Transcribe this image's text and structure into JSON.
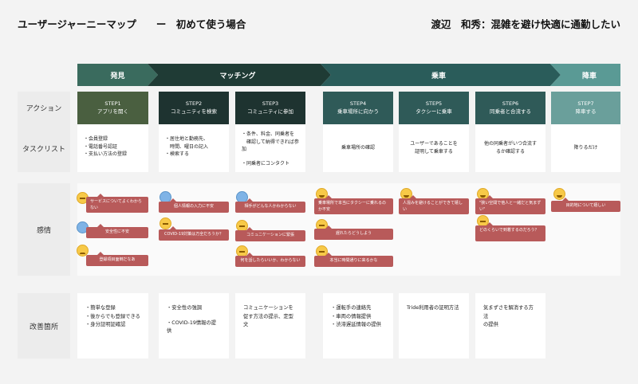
{
  "header": {
    "title_left": "ユーザージャーニーマップ　　ー　初めて使う場合",
    "title_right": "渡辺　和秀：混雑を避け快適に通勤したい"
  },
  "phases": [
    "発見",
    "マッチング",
    "乗車",
    "降車"
  ],
  "row_labels": {
    "action": "アクション",
    "tasks": "タスクリスト",
    "emotion": "感情",
    "improvement": "改善箇所"
  },
  "colors": {
    "phase_discover": "#3a6b5e",
    "phase_match": "#1f3b35",
    "phase_ride": "#2a5c5a",
    "phase_exit": "#5a9a95",
    "bubble": "#b85a5a"
  },
  "steps": [
    {
      "num": "STEP1",
      "label": "アプリを開く",
      "color": "#4a5f40"
    },
    {
      "num": "STEP2",
      "label": "コミュニティを検索",
      "color": "#1e3330"
    },
    {
      "num": "STEP3",
      "label": "コミュニティに参加",
      "color": "#1e3330"
    },
    {
      "num": "STEP4",
      "label": "乗車場所に向かう",
      "color": "#2f5a58"
    },
    {
      "num": "STEP5",
      "label": "タクシーに乗車",
      "color": "#2f5a58"
    },
    {
      "num": "STEP6",
      "label": "同乗者と合流する",
      "color": "#2f5a58"
    },
    {
      "num": "STEP7",
      "label": "降車する",
      "color": "#6a9f9b"
    }
  ],
  "tasks": [
    {
      "lines": [
        "・会員登録",
        "・電話番号認証",
        "・支払い方法の登録"
      ]
    },
    {
      "lines": [
        "・居住地と勤務先、",
        "　時間、曜日の記入",
        "・検索する"
      ]
    },
    {
      "lines": [
        "・条件、料金、同乗者を",
        "　確認して納得できれば参加",
        "",
        "・同乗者にコンタクト"
      ]
    },
    {
      "lines": [
        "乗車場所の確認"
      ]
    },
    {
      "lines": [
        "ユーザーであることを",
        "証明して乗車する"
      ]
    },
    {
      "lines": [
        "他の同乗者がいつ合流す",
        "るか確認する"
      ]
    },
    {
      "lines": [
        "降りるだけ"
      ]
    }
  ],
  "emotions": [
    {
      "emoji": "think-face-icon",
      "text": "サービスについてよくわからない"
    },
    {
      "emoji": "worried-face-icon",
      "text": "安全性に不安"
    },
    {
      "emoji": "sad-face-icon",
      "text": "登録項目面倒だなあ"
    },
    {
      "emoji": "worried-face-icon",
      "text": "個人情報の入力に不安"
    },
    {
      "emoji": "think-face-icon",
      "text": "COVID-19対策は万全だろうか？"
    },
    {
      "emoji": "worried-face-icon",
      "text": "相手がどんな人かわからない"
    },
    {
      "emoji": "think-face-icon",
      "text": "コミュニケーションに緊張"
    },
    {
      "emoji": "think-face-icon",
      "text": "何を話したらいいか、わからない"
    },
    {
      "emoji": "happy-face-icon",
      "text": "乗車場所で本当にタクシーに乗れるのか不安"
    },
    {
      "emoji": "think-face-icon",
      "text": "遅れたらどうしよう"
    },
    {
      "emoji": "think-face-icon",
      "text": "本当に時間通りに来るかな"
    },
    {
      "emoji": "happy-face-icon",
      "text": "人混みを避けることができて嬉しい"
    },
    {
      "emoji": "happy-face-icon",
      "text": "\"狭い空間で他人と一緒だと気まずい\""
    },
    {
      "emoji": "think-face-icon",
      "text": "どのくらいで到着するのだろう？"
    },
    {
      "emoji": "happy-face-icon",
      "text": "目的地について嬉しい"
    }
  ],
  "improvements": [
    {
      "lines": [
        "・簡単な登録",
        "・後からでも登録できる",
        "・身分証明証確認"
      ]
    },
    {
      "lines": [
        "・安全性の強調",
        "",
        "・COVID-19情報の提供"
      ]
    },
    {
      "lines": [
        "コミュニケーションを",
        "促す方法の提示、定型文"
      ]
    },
    {
      "lines": [
        "・運転手の連絡先",
        "・車両の情報提供",
        "・渋滞遅延情報の提供"
      ]
    },
    {
      "lines": [
        "Tride利用者の証明方法"
      ]
    },
    {
      "lines": [
        "気まずさを解消する方法",
        "の提供"
      ]
    }
  ]
}
